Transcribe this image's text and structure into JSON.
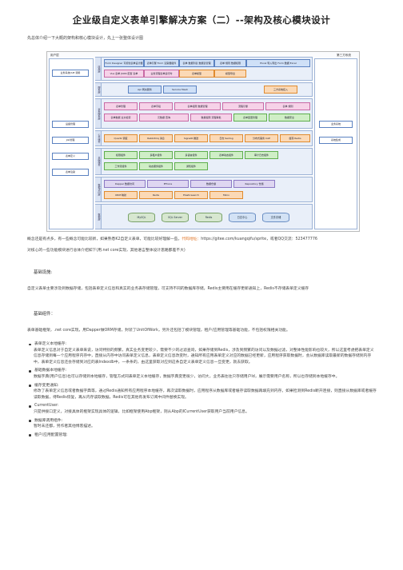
{
  "title": "企业级自定义表单引擎解决方案（二）--架构及核心模块设计",
  "intro": "先总体介绍一下大概的架构和核心模块设计，先上一张整体设计图",
  "diagram": {
    "left_header": "用户层",
    "right_header": "第三方系统",
    "left_boxes": [
      "业务系统/API 调用",
      "设备管理",
      "Job管理",
      "表单定义",
      "表单渲染"
    ],
    "right_boxes": [
      "业务系统",
      "系统集成"
    ],
    "lanes": [
      {
        "label": "应用层",
        "boxes": [
          "Form Designer 可视化表单设计器",
          "表单引擎 Form 渲染器组件",
          "表单 数据列表 数据表管理",
          "表单 规则 数据权限",
          "Excel 导入导出 Form 数据 Excel",
          "Vue 表单 JSON 配置 表单",
          "业务流程表单运行时",
          "表单模型",
          "模型导出"
        ]
      },
      {
        "label": "服务层",
        "boxes": [
          "Api 网关服务",
          "Service Mesh",
          "三方系统接入"
        ]
      },
      {
        "label": "业务服务层",
        "boxes": [
          "表单管理",
          "表单字段",
          "表单权限 数据管理",
          "流程引擎",
          "表单 规则",
          "表单数据 全文检索",
          "元数据 查询",
          "数据权限 流程审批",
          "表单变更管理",
          "数据安全"
        ]
      },
      {
        "label": "公共组件",
        "boxes": [
          "Quartz 调度",
          "Rabbitmq 消息",
          "SignalR 推送",
          "日志 Serilog",
          "分布式事务 CAP",
          "缓存 Redis"
        ]
      },
      {
        "label": "基础组件",
        "boxes": [
          "权限组件",
          "多租户组件",
          "多语言组件",
          "表单动态组件",
          "审计日志组件",
          "工作流组件",
          "动态服务组件",
          "通知组件"
        ]
      },
      {
        "label": "数据访问层",
        "boxes": [
          "Dapper 数据访问",
          "EFCore",
          "数据仓储",
          "Repository 仓储",
          "ORM 映射",
          "Redis",
          "Elasticsearch",
          "Minio"
        ]
      },
      {
        "label": "数据层",
        "boxes": [
          "MySQL",
          "SQL Server",
          "Redis",
          "日志中心",
          "文件存储"
        ]
      }
    ]
  },
  "paragraph1": {
    "text": "概念还是有点多，有一些概念可能比较新，如果熟悉K2自定义表单，可能比较好理解一些。",
    "link_label": "代码地址：",
    "url": "https://gitee.com/kuangqifu/sprite",
    "tail": "，或者QQ交流：523477776"
  },
  "paragraph2": "对核心的一些功能模块进行总体介绍如下(用.net core实现，其他语言整体设计思路都差不大)",
  "section1": {
    "title": "基础设施:",
    "text": "自定义表单主要涉及到数据存储，包括表单定义信息和真实的业务表存储管理，可支持不同的数据库存储，Redis主要用在缓存更新通知上，Redis不存储表单定义缓存"
  },
  "section2": {
    "title": "基础组件：",
    "text": "表单基础框架，.net core实现，用Dapper做ORM存储，封装了UnitOfWork，另外还包括了模块管理，租户/应用管理等基础功能，不包括权限相关功能。"
  },
  "bullets": [
    {
      "title": "表单定义本地缓存:",
      "text": "表单定义信息对于自定义表单来说，访问特别的频繁，真实业务变更较少，需要不少的过滤查询，如果存储到Redis，涉及到频繁的访问以及数据过滤，对整体性能影响也较大，所以这里考虑把表单定义信息存储到每一个应用程序内存中，直接从内存中访问表单定义信息，表单定义信息改变时，通知所有应用表单定义对应的数据已经更新，应用程序获取数据时，会从数据库读取最新的数据存储到内存中，表单定义信息还会存储到对应的表Indexdb中，一条条的，由这里获取对应到这条自定义表单定义信息一旦变更，就去获取。"
    },
    {
      "title": "基础数据本地缓存:",
      "text": "数据字典(用户信息)也可以存储到本地缓存，管理方式同表单定义本地缓存，数据字典变更很少，访问大，业务表往往只存储用户Id，展示需要用户名称，所以也存储到本地缓存中。"
    },
    {
      "title": "缓存变更通知:",
      "text": "修改了表单定义信息或者数据字典等，通过Redis通知所有应用程序本地缓存，再次读取数据时，应用程序从数据库或者缓存读取数据再填充到内存。如果检测到Redis断开连接，则直接从数据库或者缓存读取数据，待Redis恢复，再从内存读取数据，Redis可在其他有发布订阅中间件替换实现。"
    },
    {
      "title": "CurrentUser:",
      "text": "只提供接口定义，对接具体的框架实现具体的逻辑，比如框架使用Abp框架，则从Abp的ICurrentUser获取用户当前用户信息。"
    },
    {
      "title": "数据库调用组件:",
      "text": "暂时未还都，另作者其他博客描述。"
    },
    {
      "title": "租户/应用配置管理:",
      "text": ""
    }
  ]
}
